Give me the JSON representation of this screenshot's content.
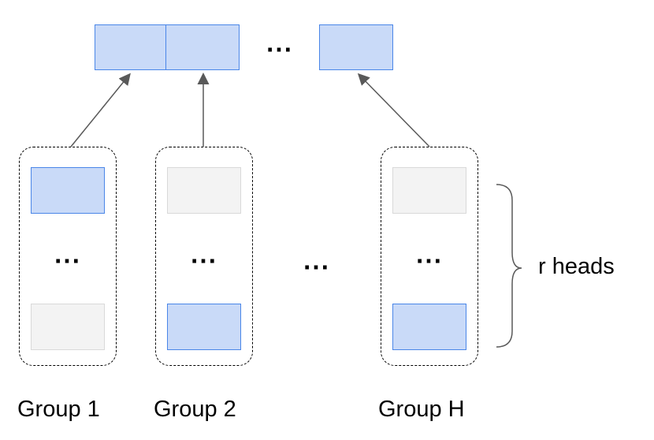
{
  "output_ellipsis": "⋯",
  "middle_ellipsis": "⋯",
  "groups": [
    {
      "label": "Group 1",
      "ellipsis": "⋯",
      "top_selected": true,
      "bottom_selected": false
    },
    {
      "label": "Group 2",
      "ellipsis": "⋯",
      "top_selected": false,
      "bottom_selected": true
    },
    {
      "label": "Group H",
      "ellipsis": "⋯",
      "top_selected": false,
      "bottom_selected": true
    }
  ],
  "brace_label": "r heads",
  "colors": {
    "selected_fill": "#c9daf8",
    "selected_border": "#4a86e8",
    "unselected_fill": "#f3f3f3",
    "unselected_border": "#d9d9d9",
    "arrow": "#595959"
  }
}
